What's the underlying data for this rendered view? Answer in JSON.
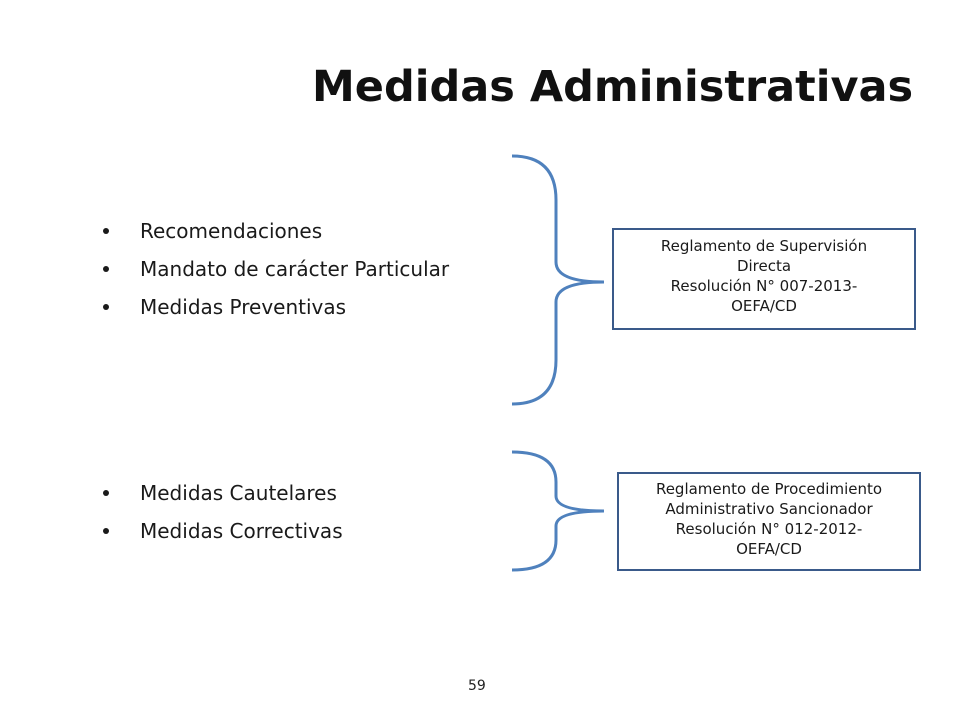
{
  "slide": {
    "title": "Medidas Administrativas",
    "group1": [
      "Recomendaciones",
      "Mandato de carácter  Particular",
      "Medidas Preventivas"
    ],
    "group2": [
      "Medidas Cautelares",
      "Medidas Correctivas"
    ],
    "box1": [
      "Reglamento de Supervisión",
      "Directa",
      "Resolución N° 007-2013-",
      "OEFA/CD"
    ],
    "box2": [
      "Reglamento de Procedimiento",
      "Administrativo Sancionador",
      "Resolución N° 012-2012-",
      "OEFA/CD"
    ],
    "page_number": "59",
    "colors": {
      "brace": "#4f81bd",
      "box_border": "#3a5a8a"
    }
  }
}
